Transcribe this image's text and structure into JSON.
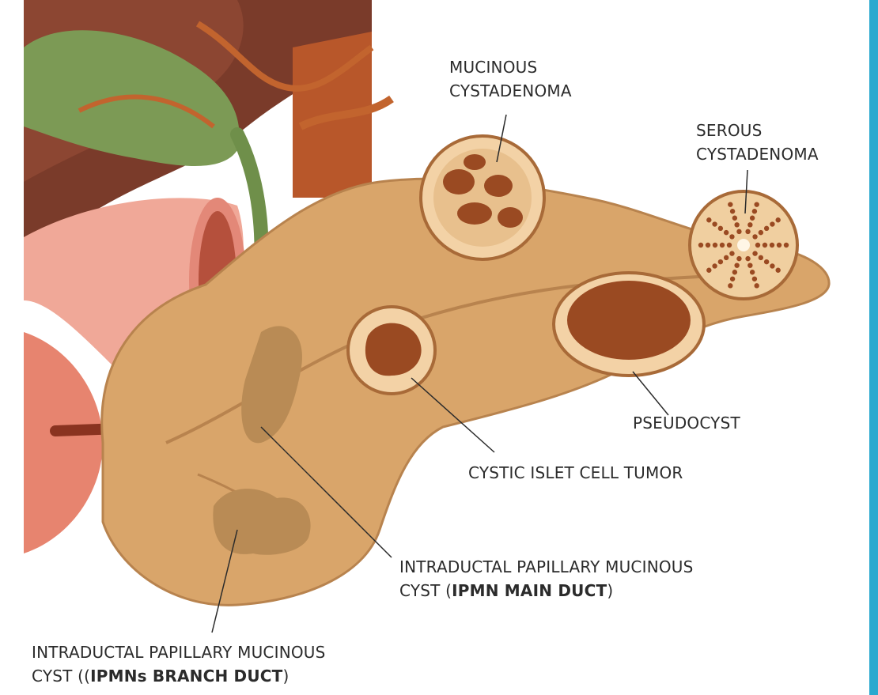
{
  "labels": {
    "mucinous_1": "MUCINOUS",
    "mucinous_2": "CYSTADENOMA",
    "serous_1": "SEROUS",
    "serous_2": "CYSTADENOMA",
    "pseudocyst": "PSEUDOCYST",
    "islet": "CYSTIC ISLET CELL TUMOR",
    "ipmn_main_1": "INTRADUCTAL PAPILLARY MUCINOUS",
    "ipmn_main_2_prefix": "CYST  (",
    "ipmn_main_2_bold": "IPMN MAIN DUCT",
    "ipmn_main_2_suffix": ")",
    "ipmn_branch_1": "INTRADUCTAL PAPILLARY MUCINOUS",
    "ipmn_branch_2_prefix": "CYST  ((",
    "ipmn_branch_2_bold": "IPMNs BRANCH DUCT",
    "ipmn_branch_2_suffix": ")"
  },
  "colors": {
    "pancreas": "#d9a56a",
    "pancreas_dark": "#c8925a",
    "cyst_dark": "#9a4a22",
    "duct_green": "#6f8f4a",
    "vessel": "#c2642e",
    "stomach_pink": "#f0a898",
    "frame_stripe": "#2aa9cf"
  }
}
